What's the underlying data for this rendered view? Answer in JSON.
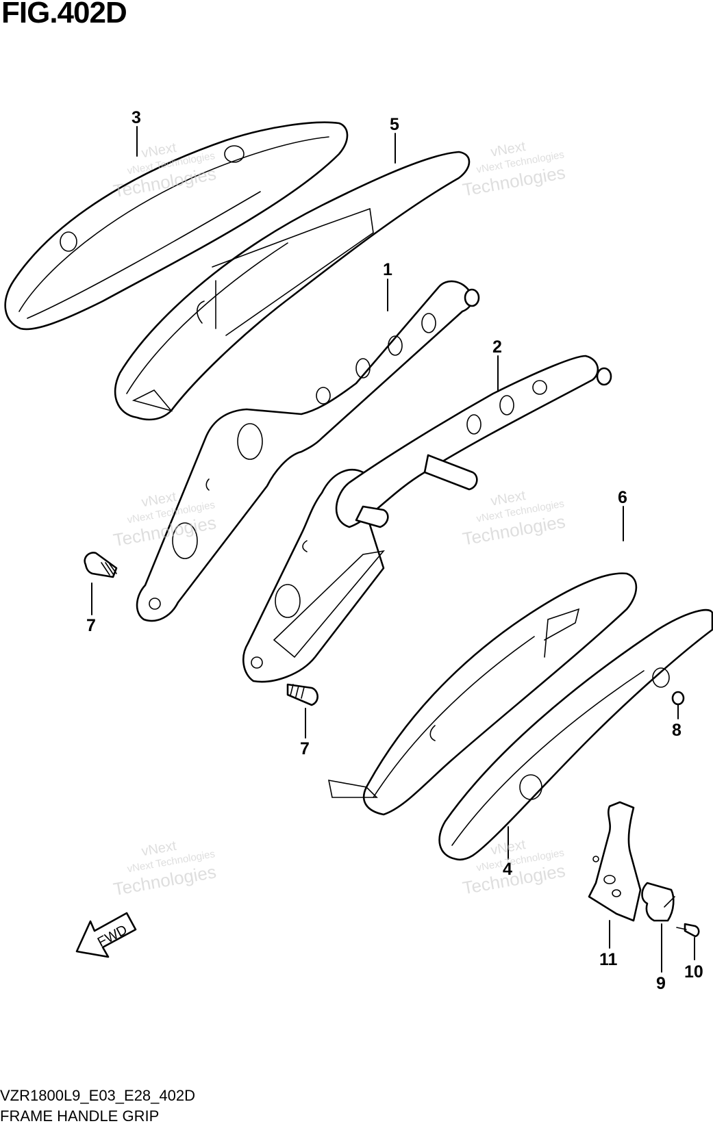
{
  "figure": {
    "title": "FIG.402D",
    "model_code": "VZR1800L9_E03_E28_402D",
    "name": "FRAME HANDLE GRIP"
  },
  "callouts": [
    "1",
    "2",
    "3",
    "4",
    "5",
    "6",
    "7",
    "7",
    "8",
    "9",
    "10",
    "11"
  ],
  "fwd_label": "FWD",
  "watermark": {
    "line1": "vNext",
    "line2": "vNext Technologies",
    "line3": "Technologies"
  }
}
